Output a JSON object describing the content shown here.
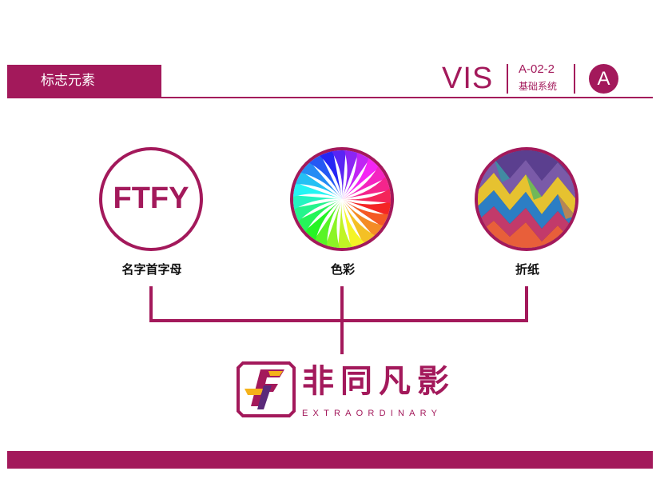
{
  "header": {
    "section_title": "标志元素",
    "vis_label": "VIS",
    "page_code": "A-02-2",
    "system_name": "基础系统",
    "badge_letter": "A"
  },
  "elements": [
    {
      "circle_text": "FTFY",
      "label": "名字首字母"
    },
    {
      "label": "色彩"
    },
    {
      "label": "折纸"
    }
  ],
  "logo": {
    "name_cn": "非同凡影",
    "name_en": "EXTRAORDINARY"
  },
  "colors": {
    "brand": "#a3195b",
    "accent_yellow": "#f5b21a",
    "accent_purple": "#5a2a7a",
    "white": "#ffffff"
  }
}
